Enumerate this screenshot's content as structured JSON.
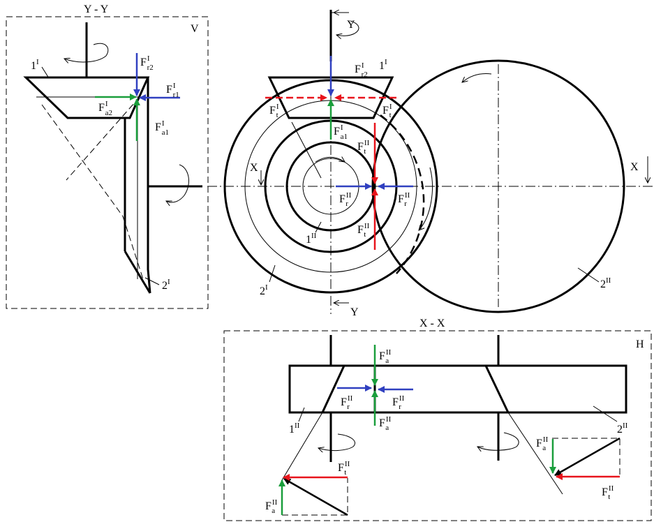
{
  "views": {
    "yy": {
      "title": "Y - Y",
      "corner": "V"
    },
    "xx": {
      "title": "X - X",
      "corner": "H"
    },
    "section_marks": {
      "y": "Y",
      "x": "X"
    }
  },
  "forces": {
    "F": "F",
    "t": "t",
    "r": "r",
    "a": "a",
    "r1": "r1",
    "r2": "r2",
    "a1": "a1",
    "a2": "a2",
    "s1": "I",
    "s2": "II"
  },
  "parts": {
    "p1": "1",
    "p2": "2",
    "s1": "I",
    "s2": "II"
  },
  "colors": {
    "tangential": "#e8141c",
    "radial": "#3040c0",
    "axial": "#1a9e3c",
    "line": "#000000"
  }
}
